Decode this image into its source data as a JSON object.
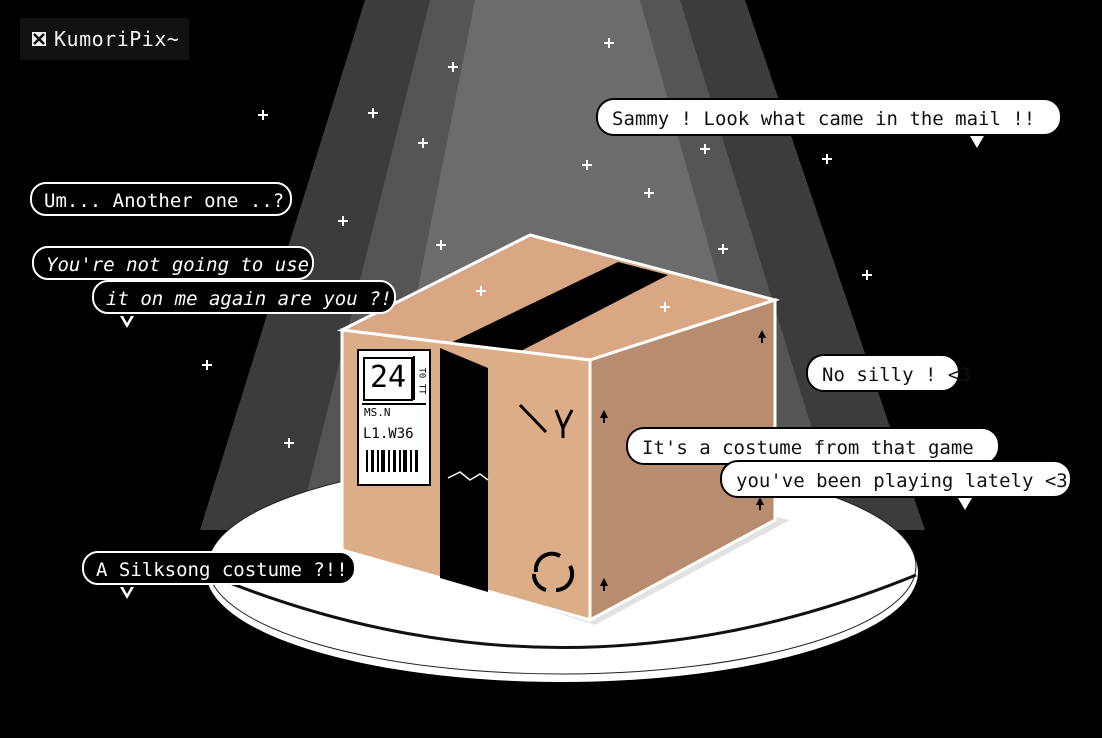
{
  "watermark": {
    "label": "KumoriPix~",
    "icon": "checkbox-x-icon"
  },
  "dialogue": [
    {
      "id": "sammy-look",
      "text": "Sammy ! Look what came in the mail !!",
      "style": "light"
    },
    {
      "id": "um-another",
      "text": "Um... Another one ..?",
      "style": "dark"
    },
    {
      "id": "not-going-1",
      "text": "You're not going to use",
      "style": "dark"
    },
    {
      "id": "not-going-2",
      "text": "it on me again are you ?!",
      "style": "dark"
    },
    {
      "id": "no-silly",
      "text": "No silly ! <3",
      "style": "light"
    },
    {
      "id": "costume-1",
      "text": "It's a costume from that game",
      "style": "light"
    },
    {
      "id": "costume-2",
      "text": "you've been playing lately <3",
      "style": "light"
    },
    {
      "id": "silksong",
      "text": "A Silksong costume ?!!",
      "style": "dark"
    }
  ],
  "package": {
    "label_number": "24",
    "label_line1": "MS.N",
    "label_line2": "L1.W36",
    "label_side": "T0 TT"
  },
  "colors": {
    "background": "#000000",
    "spotlight": "#6a6a6a",
    "cardboard_front": "#dcae88",
    "cardboard_side": "#b88c6e",
    "tape": "#000000"
  }
}
